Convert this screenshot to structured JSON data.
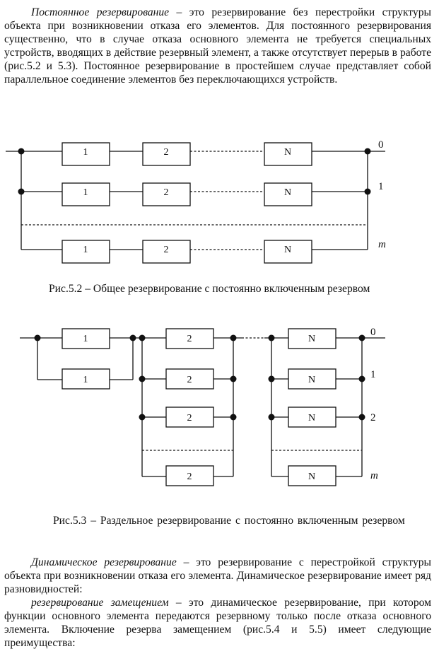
{
  "paragraph1": {
    "term": "Постоянное резервирование",
    "text": " – это резервирование без перестройки структуры объекта при возникновении отказа его элементов. Для постоянного резервирования существенно, что в случае отказа основного элемента не требуется специальных устройств, вводящих в действие резервный элемент, а также отсутствует перерыв в работе (рис.5.2 и 5.3). Постоянное резервирование в простейшем случае представляет собой параллельное соединение элементов без переключающихся устройств."
  },
  "figure1": {
    "caption": "Рис.5.2 – Общее резервирование с постоянно включенным резервом",
    "block_labels": [
      "1",
      "2",
      "N"
    ],
    "row_labels": [
      "0",
      "1",
      "m"
    ]
  },
  "figure2": {
    "caption": "Рис.5.3 – Раздельное резервирование с постоянно включенным резервом",
    "first_block": "1",
    "second_block": "2",
    "last_block": "N",
    "row_labels": [
      "0",
      "1",
      "2",
      "m"
    ]
  },
  "paragraph2": {
    "term": "Динамическое резервирование",
    "text": " – это резервирование с перестройкой структуры объекта при возникновении отказа его элемента. Динамическое резервирование имеет ряд разновидностей:"
  },
  "paragraph3": {
    "term": "резервирование замещением",
    "text": " – это динамическое резервирование, при котором функции основного элемента передаются резервному только после отказа основного элемента. Включение резерва замещением (рис.5.4 и 5.5) имеет следующие преимущества:"
  }
}
